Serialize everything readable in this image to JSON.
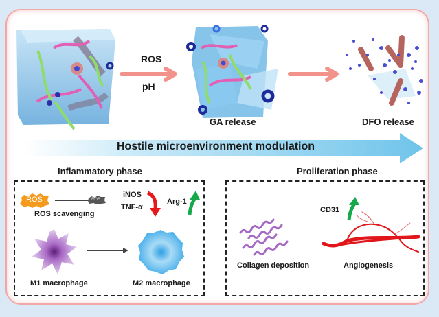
{
  "top": {
    "stimuli": [
      "ROS",
      "pH"
    ],
    "stage2_label": "GA release",
    "stage3_label": "DFO release"
  },
  "banner": {
    "text": "Hostile microenvironment modulation",
    "color": "#6fc4ea"
  },
  "inflammatory": {
    "title": "Inflammatory phase",
    "ros_big": "ROS",
    "ros_small": "ROS",
    "ros_caption": "ROS scavenging",
    "down_markers": [
      "iNOS",
      "TNF-α"
    ],
    "up_marker": "Arg-1",
    "m1_label": "M1 macrophage",
    "m2_label": "M2 macrophage"
  },
  "proliferation": {
    "title": "Proliferation phase",
    "up_marker": "CD31",
    "collagen_label": "Collagen deposition",
    "angio_label": "Angiogenesis"
  },
  "colors": {
    "arrow_pink": "#f2928a",
    "ros_orange": "#f59a1c",
    "down_red": "#e8171c",
    "up_green": "#16a84a",
    "m1_purple": "#9b5fb5",
    "m2_blue": "#3aa6e6",
    "collagen": "#a56bc4",
    "vessel": "#e0161b"
  }
}
